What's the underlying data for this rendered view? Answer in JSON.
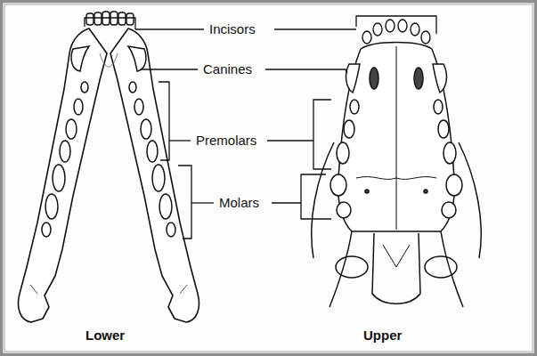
{
  "diagram": {
    "labels": [
      "Incisors",
      "Canines",
      "Premolars",
      "Molars",
      "Lower",
      "Upper"
    ]
  }
}
